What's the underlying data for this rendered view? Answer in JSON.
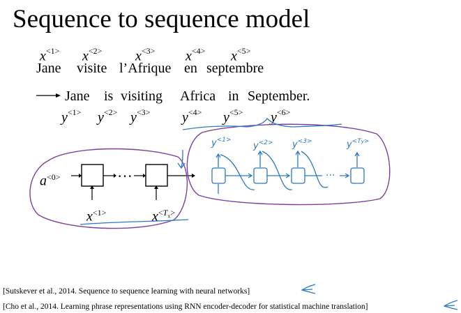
{
  "title": "Sequence to sequence model",
  "source_sentence": {
    "words": [
      "Jane",
      "visite",
      "l’Afrique",
      "en",
      "septembre"
    ],
    "tokens": [
      "x<1>",
      "x<2>",
      "x<3>",
      "x<4>",
      "x<5>"
    ]
  },
  "target_sentence": {
    "words": [
      "Jane",
      "is",
      "visiting",
      "Africa",
      "in",
      "September."
    ],
    "tokens": [
      "y<1>",
      "y<2>",
      "y<3>",
      "y<4>",
      "y<5>",
      "y<6>"
    ]
  },
  "encoder": {
    "initial_state": "a<0>",
    "ellipsis": "···",
    "first_input": "x<1>",
    "last_input": "x<Tx>"
  },
  "decoder_annotations": {
    "outputs": [
      "y<1>",
      "y<2>",
      "y<3>",
      "y<Ty>"
    ],
    "ellipsis": "···"
  },
  "references": [
    "[Sutskever et al., 2014. Sequence to sequence learning with neural networks]",
    "[Cho et al., 2014. Learning phrase representations using RNN encoder-decoder for statistical machine translation]"
  ],
  "colors": {
    "ink": "#000000",
    "annotation_blue": "#2a78c4",
    "annotation_purple": "#7b3fa0"
  }
}
